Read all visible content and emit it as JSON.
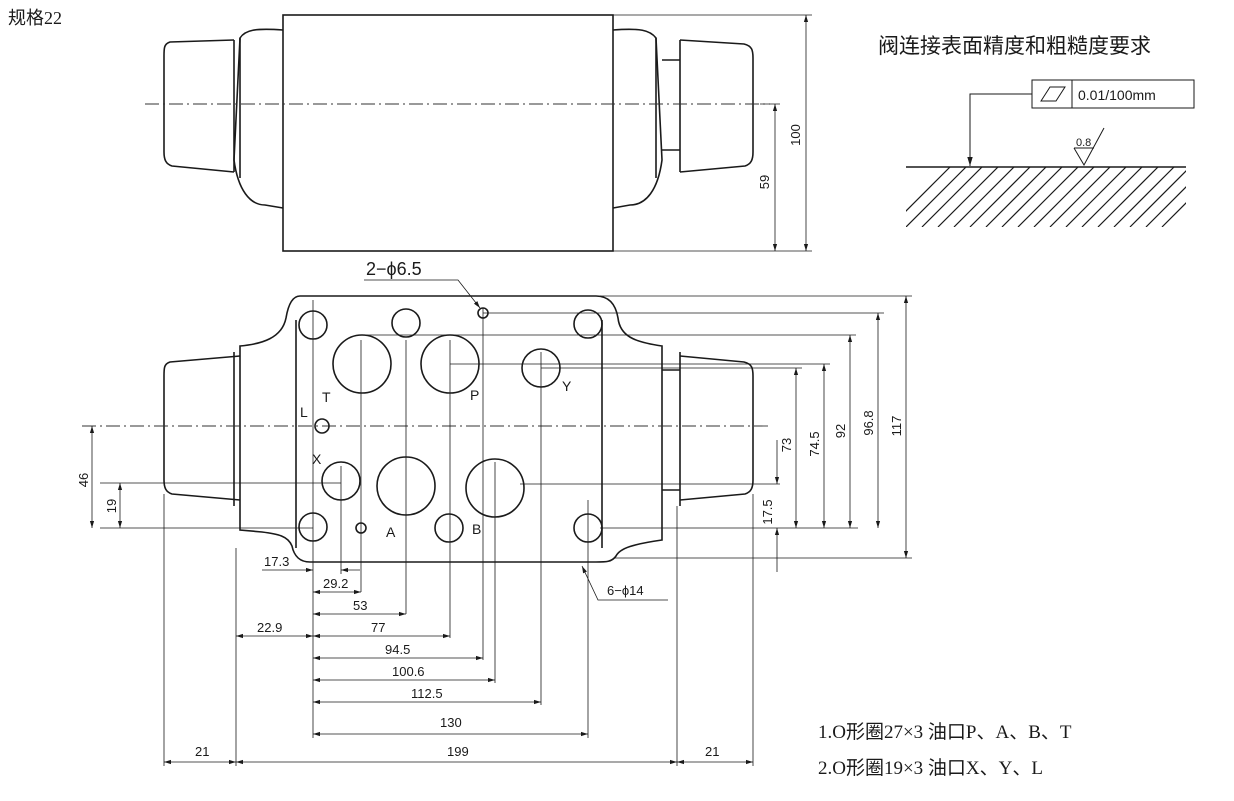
{
  "spec_label": "规格22",
  "surface_requirement": {
    "title": "阀连接表面精度和粗糙度要求",
    "flatness_value": "0.01/100mm",
    "roughness_value": "0.8"
  },
  "top_view_dims": {
    "height_100": "100",
    "height_59": "59"
  },
  "holes_label": "2−ϕ6.5",
  "mount_holes_label": "6−ϕ14",
  "ports": {
    "T": "T",
    "P": "P",
    "Y": "Y",
    "L": "L",
    "X": "X",
    "A": "A",
    "B": "B"
  },
  "vertical_dims_right": [
    "73",
    "74.5",
    "92",
    "96.8",
    "117",
    "17.5"
  ],
  "vertical_dims_left": [
    "46",
    "19"
  ],
  "horizontal_dims": [
    "17.3",
    "29.2",
    "53",
    "22.9",
    "77",
    "94.5",
    "100.6",
    "112.5",
    "130",
    "21",
    "199",
    "21"
  ],
  "notes": [
    "1.O形圈27×3 油口P、A、B、T",
    "2.O形圈19×3 油口X、Y、L"
  ]
}
